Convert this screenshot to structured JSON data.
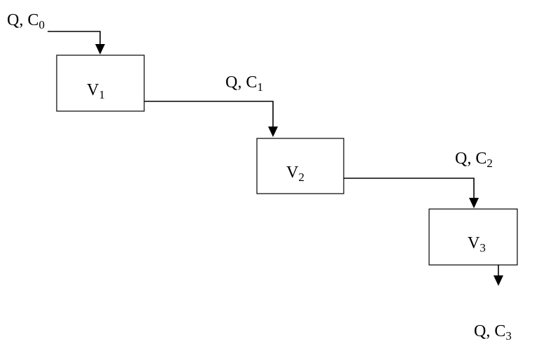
{
  "diagram": {
    "tanks": [
      {
        "base": "V",
        "sub": "1"
      },
      {
        "base": "V",
        "sub": "2"
      },
      {
        "base": "V",
        "sub": "3"
      }
    ],
    "flows": [
      {
        "base": "Q, C",
        "sub": "0"
      },
      {
        "base": "Q, C",
        "sub": "1"
      },
      {
        "base": "Q, C",
        "sub": "2"
      },
      {
        "base": "Q, C",
        "sub": "3"
      }
    ]
  }
}
